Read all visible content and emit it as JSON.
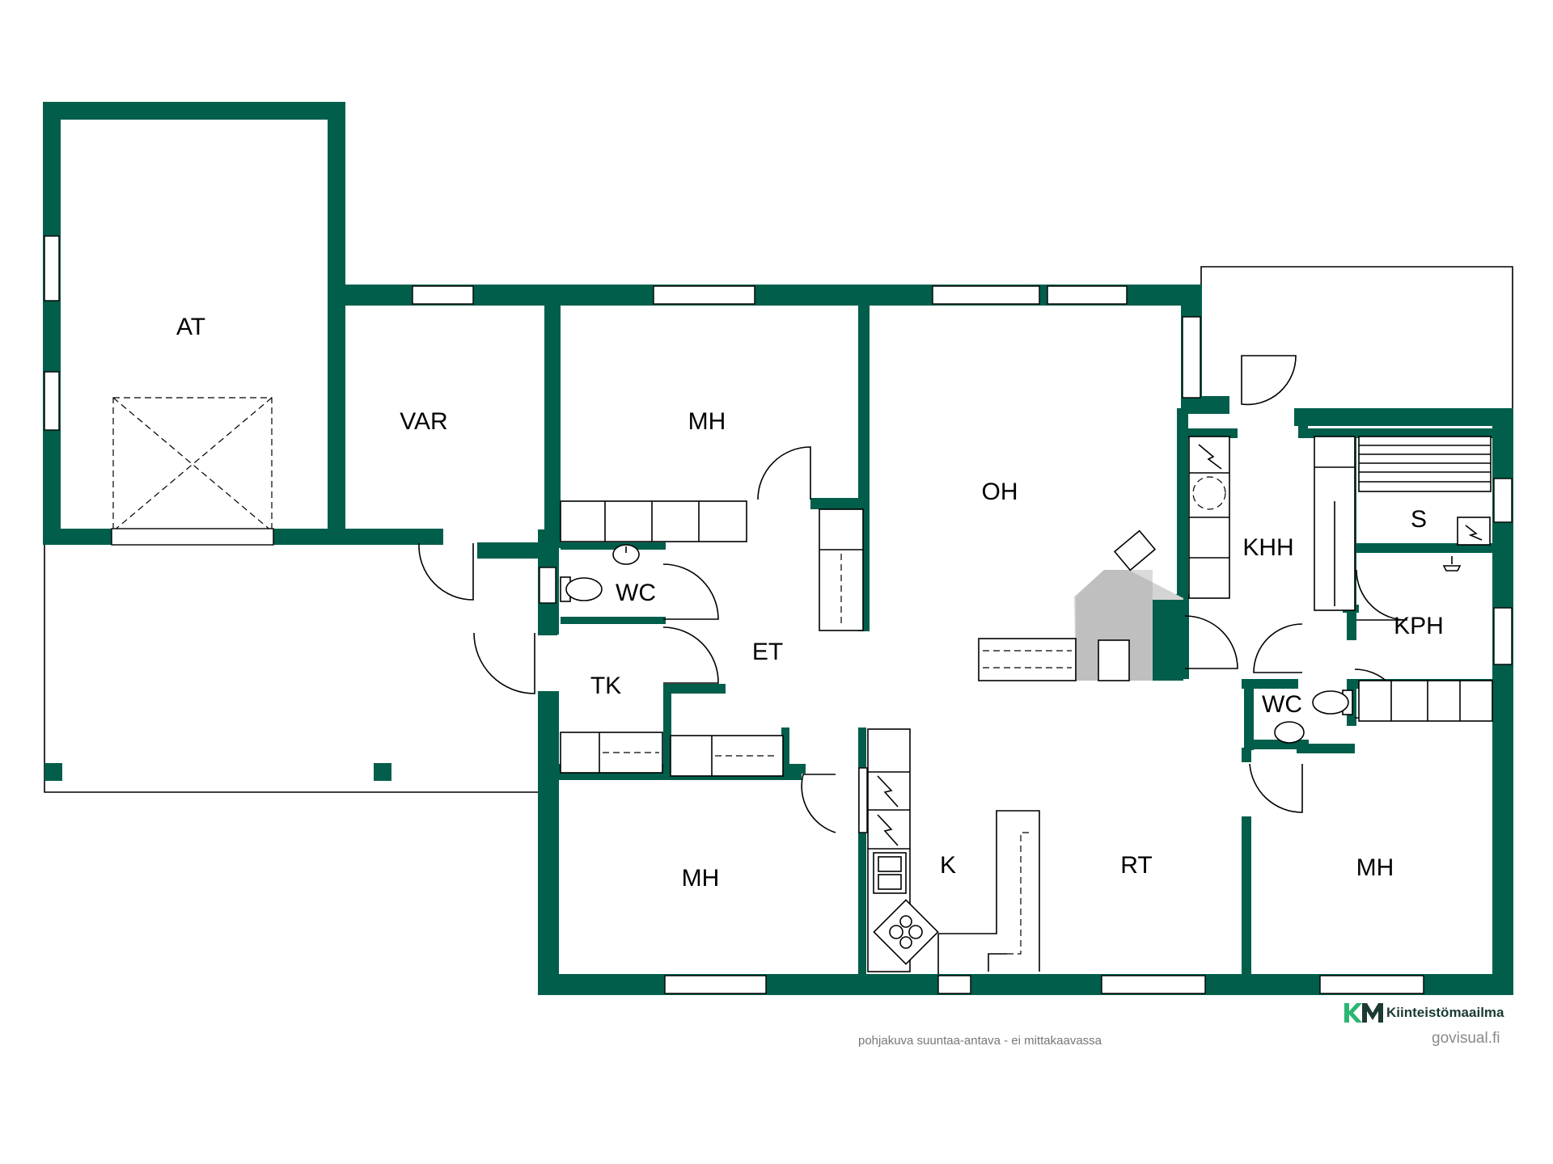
{
  "rooms": {
    "at": "AT",
    "var": "VAR",
    "mh_top": "MH",
    "oh": "OH",
    "wc_left": "WC",
    "et": "ET",
    "tk": "TK",
    "khh": "KHH",
    "s": "S",
    "kph": "KPH",
    "wc_right": "WC",
    "mh_bottom_left": "MH",
    "k": "K",
    "rt": "RT",
    "mh_bottom_right": "MH"
  },
  "footer": {
    "disclaimer": "pohjakuva suuntaa-antava - ei mittakaavassa",
    "brand": "Kiinteistömaailma",
    "site": "govisual.fi"
  },
  "colors": {
    "wall": "#005e4a",
    "logo_green": "#2bb673"
  },
  "icons": [
    "door-swing-icon",
    "window-icon",
    "toilet-icon",
    "sink-icon",
    "stove-icon",
    "shower-icon",
    "electric-heater-icon",
    "fireplace-icon",
    "km-logo-icon"
  ]
}
